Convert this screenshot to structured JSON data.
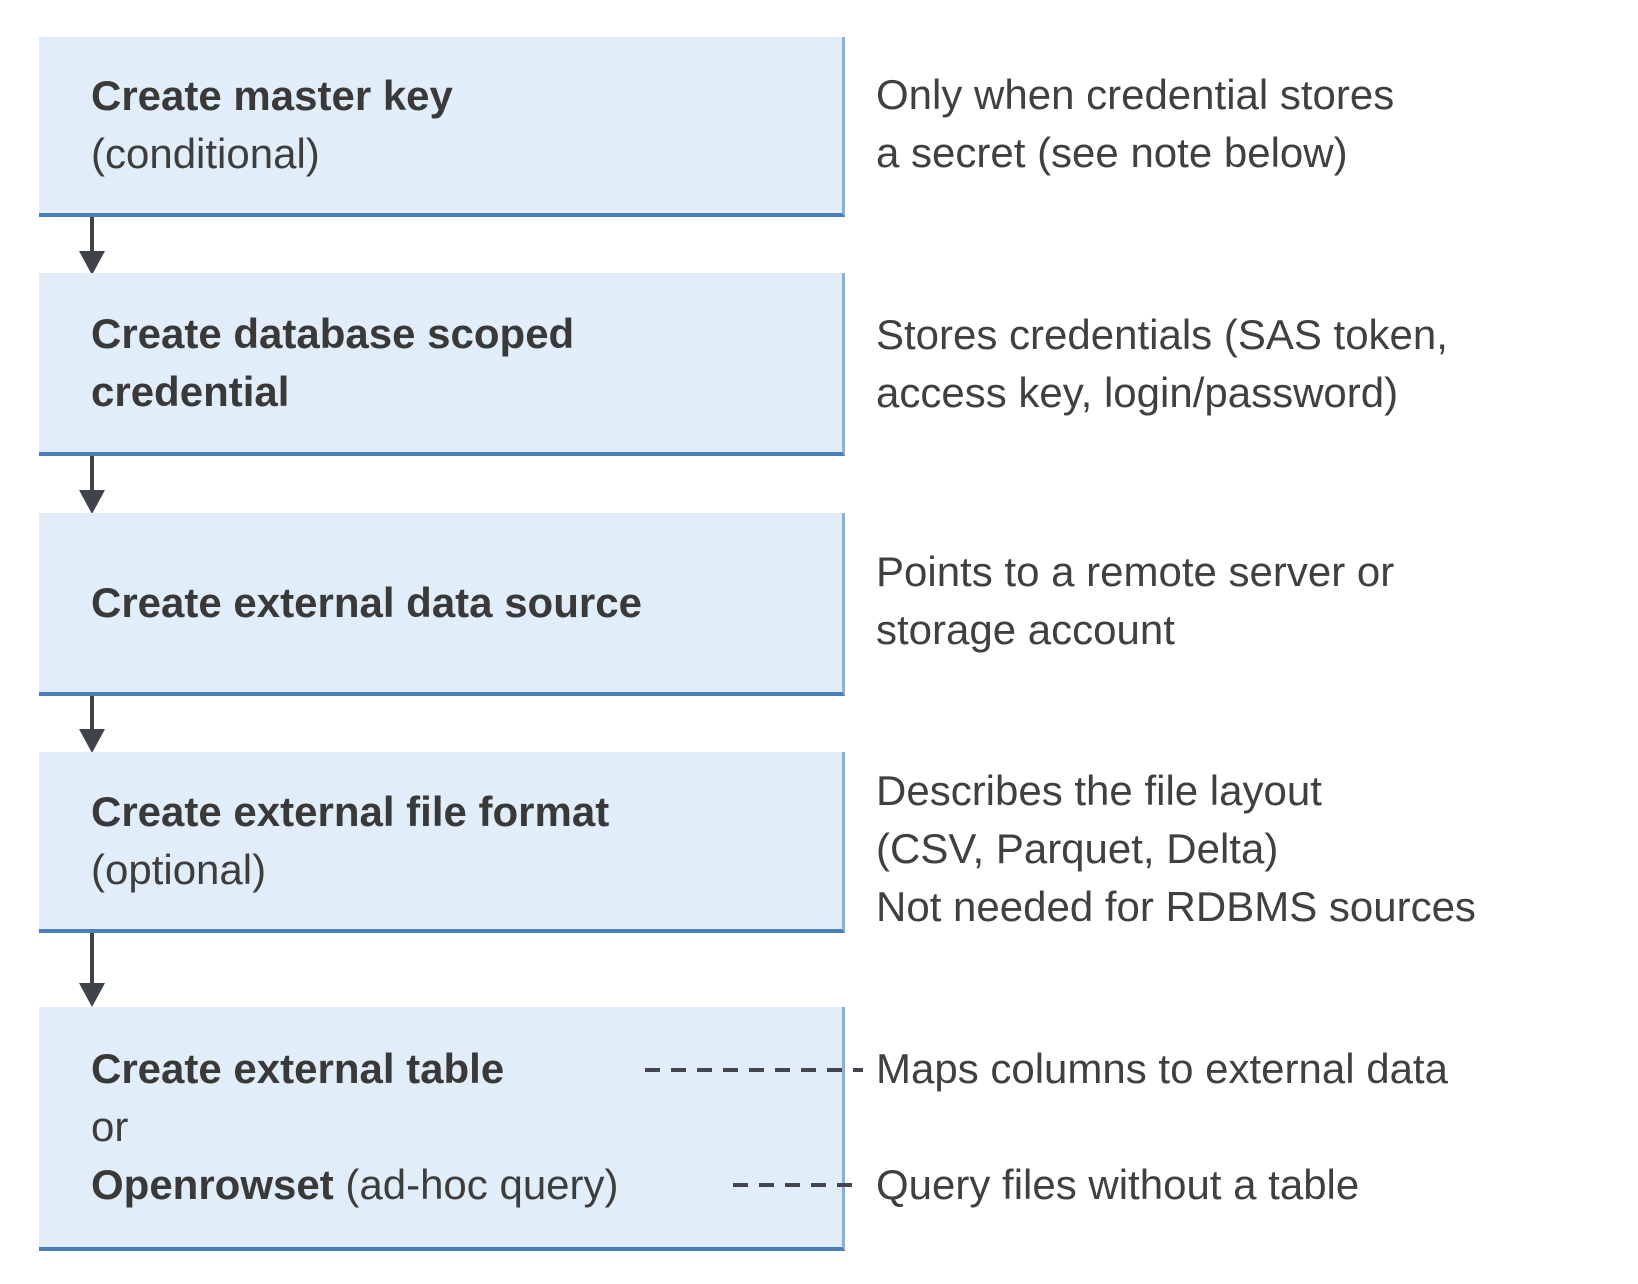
{
  "steps": [
    {
      "title": "Create master key",
      "subtitle": "(conditional)",
      "description": "Only when credential stores\na secret (see note below)"
    },
    {
      "title": "Create database scoped\ncredential",
      "description": "Stores credentials (SAS token,\naccess key, login/password)"
    },
    {
      "title": "Create external data source",
      "description": "Points to a remote server or\nstorage account"
    },
    {
      "title": "Create external file format",
      "subtitle": "(optional)",
      "description": "Describes the file layout\n(CSV, Parquet, Delta)\nNot needed for RDBMS sources"
    },
    {
      "title": "Create external table",
      "or_label": "or",
      "openrowset_bold": "Openrowset",
      "openrowset_rest": " (ad-hoc query)",
      "description_table": "Maps columns to external data",
      "description_openrowset": "Query files without a table"
    }
  ],
  "colors": {
    "box_fill": "#e2edfa",
    "box_border_bottom": "#4a7fbc",
    "box_border_right": "#8aaedd",
    "arrow": "#3f434a",
    "text": "#404040"
  }
}
